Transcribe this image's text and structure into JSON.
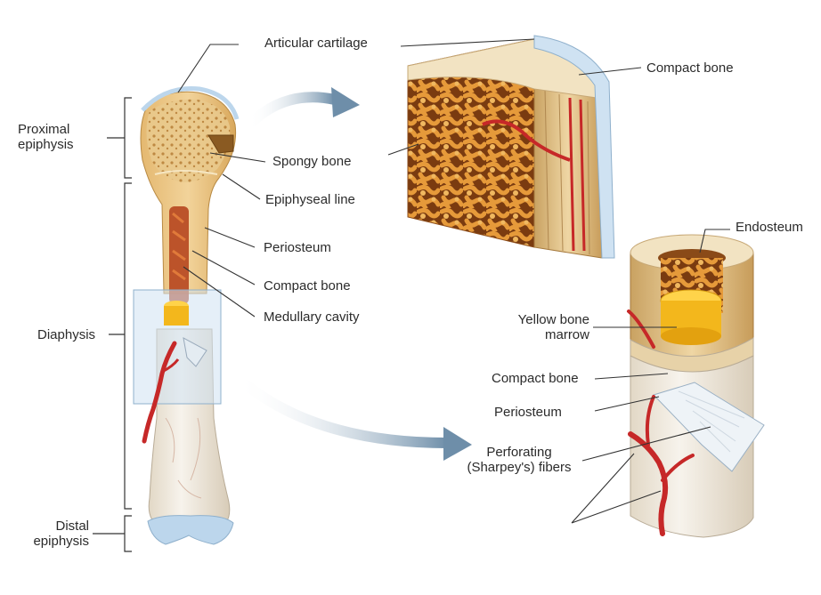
{
  "labels": {
    "articular_cartilage": "Articular cartilage",
    "compact_bone_top": "Compact bone",
    "proximal_epiphysis": [
      "Proximal",
      "epiphysis"
    ],
    "spongy_bone": "Spongy bone",
    "epiphyseal_line": "Epiphyseal line",
    "periosteum_left": "Periosteum",
    "compact_bone_left": "Compact bone",
    "medullary_cavity": "Medullary cavity",
    "diaphysis": "Diaphysis",
    "distal_epiphysis": [
      "Distal",
      "epiphysis"
    ],
    "endosteum": "Endosteum",
    "yellow_bone_marrow": [
      "Yellow bone",
      "marrow"
    ],
    "compact_bone_right": "Compact bone",
    "periosteum_right": "Periosteum",
    "perforating_fibers": [
      "Perforating",
      "(Sharpey's) fibers"
    ],
    "nutrient_arteries": ""
  },
  "colors": {
    "bone_tan": "#e9c98c",
    "spongy_orange": "#d98a2c",
    "cartilage_blue": "#bcd6ec",
    "artery_red": "#c62828",
    "marrow_yellow": "#f3b71c",
    "shaft_white": "#f1ece2",
    "arrow_blue": "#7f9bb4",
    "leader_line": "#333333"
  }
}
